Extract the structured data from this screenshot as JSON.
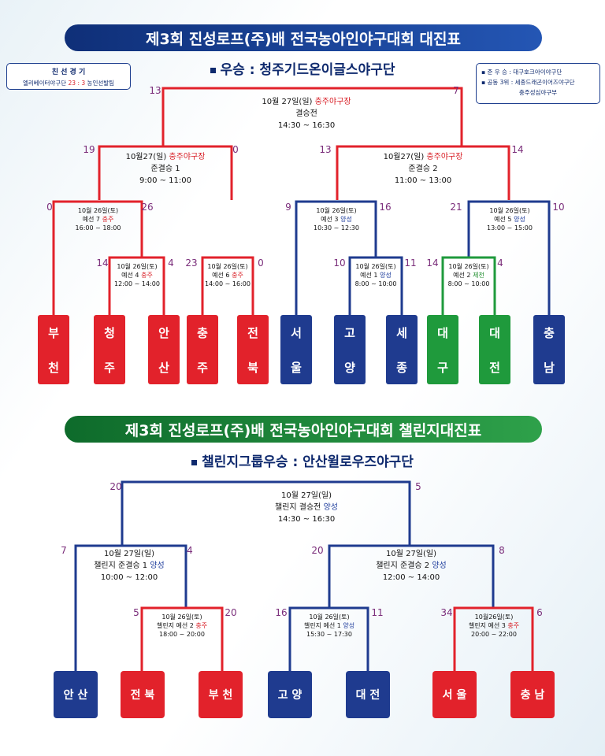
{
  "main": {
    "title": "제3회 진성로프(주)배 전국농아인야구대회 대진표",
    "champion_label": "우승 : 청주기드온이글스야구단",
    "friendly": {
      "title": "친 선 경 기",
      "team1": "엘리베이터야구단",
      "score": "23 : 3",
      "team2": "농인선발팀"
    },
    "awards": [
      "준 우 승 : 대구호크아이야구단",
      "공동 3위 : 세종드래곤이어즈야구단",
      "충주성심야구부"
    ],
    "final": {
      "date": "10월 27일(일)",
      "venue": "충주야구장",
      "name": "결승전",
      "time": "14:30 ~ 16:30",
      "score_left": "13",
      "score_right": "7"
    },
    "semi1": {
      "date": "10월27(일)",
      "venue": "충주야구장",
      "name": "준결승 1",
      "time": "9:00 ~ 11:00",
      "score_left": "19",
      "score_right": "0"
    },
    "semi2": {
      "date": "10월27(일)",
      "venue": "충주야구장",
      "name": "준결승 2",
      "time": "11:00 ~ 13:00",
      "score_left": "13",
      "score_right": "14"
    },
    "q7": {
      "date": "10월 26일(토)",
      "game": "예선 7",
      "venue": "충주",
      "time": "16:00 ~ 18:00",
      "score_left": "0",
      "score_right": "26"
    },
    "q4": {
      "date": "10월 26일(토)",
      "game": "예선 4",
      "venue": "충주",
      "time": "12:00 ~ 14:00",
      "score_left": "14",
      "score_right": "4"
    },
    "q6": {
      "date": "10월 26일(토)",
      "game": "예선 6",
      "venue": "충주",
      "time": "14:00 ~ 16:00",
      "score_left": "23",
      "score_right": "0"
    },
    "q3": {
      "date": "10월 26일(토)",
      "game": "예선 3",
      "venue": "양성",
      "time": "10:30 ~ 12:30",
      "score_left": "9",
      "score_right": "16"
    },
    "q1": {
      "date": "10월 26일(토)",
      "game": "예선 1",
      "venue": "양성",
      "time": "8:00 ~ 10:00",
      "score_left": "10",
      "score_right": "11"
    },
    "q5": {
      "date": "10월 26일(토)",
      "game": "예선 5",
      "venue": "양성",
      "time": "13:00 ~ 15:00",
      "score_left": "21",
      "score_right": "10"
    },
    "q2": {
      "date": "10월 26일(토)",
      "game": "예선 2",
      "venue": "제천",
      "time": "8:00 ~ 10:00",
      "score_left": "14",
      "score_right": "4"
    },
    "teams": [
      {
        "c1": "부",
        "c2": "천"
      },
      {
        "c1": "청",
        "c2": "주"
      },
      {
        "c1": "안",
        "c2": "산"
      },
      {
        "c1": "충",
        "c2": "주"
      },
      {
        "c1": "전",
        "c2": "북"
      },
      {
        "c1": "서",
        "c2": "울"
      },
      {
        "c1": "고",
        "c2": "양"
      },
      {
        "c1": "세",
        "c2": "종"
      },
      {
        "c1": "대",
        "c2": "구"
      },
      {
        "c1": "대",
        "c2": "전"
      },
      {
        "c1": "충",
        "c2": "남"
      }
    ]
  },
  "challenge": {
    "title": "제3회 진성로프(주)배 전국농아인야구대회 챌린지대진표",
    "champion_label": "챌린지그룹우승 : 안산윌로우즈야구단",
    "final": {
      "date": "10월 27일(일)",
      "name": "챌린지 결승전",
      "venue": "양성",
      "time": "14:30 ~ 16:30",
      "score_left": "20",
      "score_right": "5"
    },
    "semi1": {
      "date": "10월 27일(일)",
      "name": "챌린지 준결승 1",
      "venue": "양성",
      "time": "10:00 ~ 12:00",
      "score_left": "7",
      "score_right": "4"
    },
    "semi2": {
      "date": "10월 27일(일)",
      "name": "챌린지 준결승 2",
      "venue": "양성",
      "time": "12:00 ~ 14:00",
      "score_left": "20",
      "score_right": "8"
    },
    "p2": {
      "date": "10월 26일(토)",
      "game": "챌린지 예선 2",
      "venue": "충주",
      "time": "18:00 ~ 20:00",
      "score_left": "5",
      "score_right": "20"
    },
    "p1": {
      "date": "10월 26일(토)",
      "game": "챌린지 예선 1",
      "venue": "양성",
      "time": "15:30 ~ 17:30",
      "score_left": "16",
      "score_right": "11"
    },
    "p3": {
      "date": "10월26일(토)",
      "game": "챌린지 예선 3",
      "venue": "충주",
      "time": "20:00 ~ 22:00",
      "score_left": "34",
      "score_right": "6"
    },
    "teams": [
      "안 산",
      "전 북",
      "부 천",
      "고 양",
      "대 전",
      "서 울",
      "충 남"
    ]
  },
  "colors": {
    "red": "#e2222b",
    "blue": "#1f3b8f",
    "green": "#1f9a3c",
    "score": "#7a2d7a"
  }
}
